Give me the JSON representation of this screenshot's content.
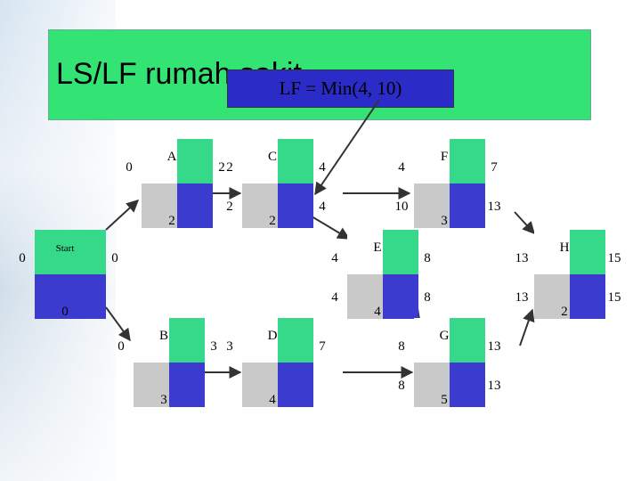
{
  "title": "LS/LF rumah sakit",
  "callout": "LF = Min(4, 10)",
  "colors": {
    "title_bg": "#33e373",
    "callout_bg": "#2b2bc8",
    "node_green": "#36d98a",
    "node_blue": "#3b3bd0",
    "node_grey": "#c9c9c9",
    "node_white": "#ffffff"
  },
  "nodes": [
    {
      "id": "A",
      "name": "A",
      "es": "0",
      "ef": "2",
      "ls": "",
      "lf": "",
      "dur": "2"
    },
    {
      "id": "C",
      "name": "C",
      "es": "2",
      "ef": "4",
      "ls": "2",
      "lf": "4",
      "dur": "2"
    },
    {
      "id": "F",
      "name": "F",
      "es": "4",
      "ef": "7",
      "ls": "10",
      "lf": "13",
      "dur": "3"
    },
    {
      "id": "Start",
      "name": "Start",
      "es": "0",
      "ef": "0",
      "ls": "",
      "lf": "",
      "dur": "0"
    },
    {
      "id": "E",
      "name": "E",
      "es": "4",
      "ef": "8",
      "ls": "4",
      "lf": "8",
      "dur": "4"
    },
    {
      "id": "H",
      "name": "H",
      "es": "13",
      "ef": "15",
      "ls": "13",
      "lf": "15",
      "dur": "2"
    },
    {
      "id": "B",
      "name": "B",
      "es": "0",
      "ef": "3",
      "ls": "",
      "lf": "",
      "dur": "3"
    },
    {
      "id": "D",
      "name": "D",
      "es": "3",
      "ef": "7",
      "ls": "",
      "lf": "",
      "dur": "4"
    },
    {
      "id": "G",
      "name": "G",
      "es": "8",
      "ef": "13",
      "ls": "8",
      "lf": "13",
      "dur": "5"
    }
  ]
}
